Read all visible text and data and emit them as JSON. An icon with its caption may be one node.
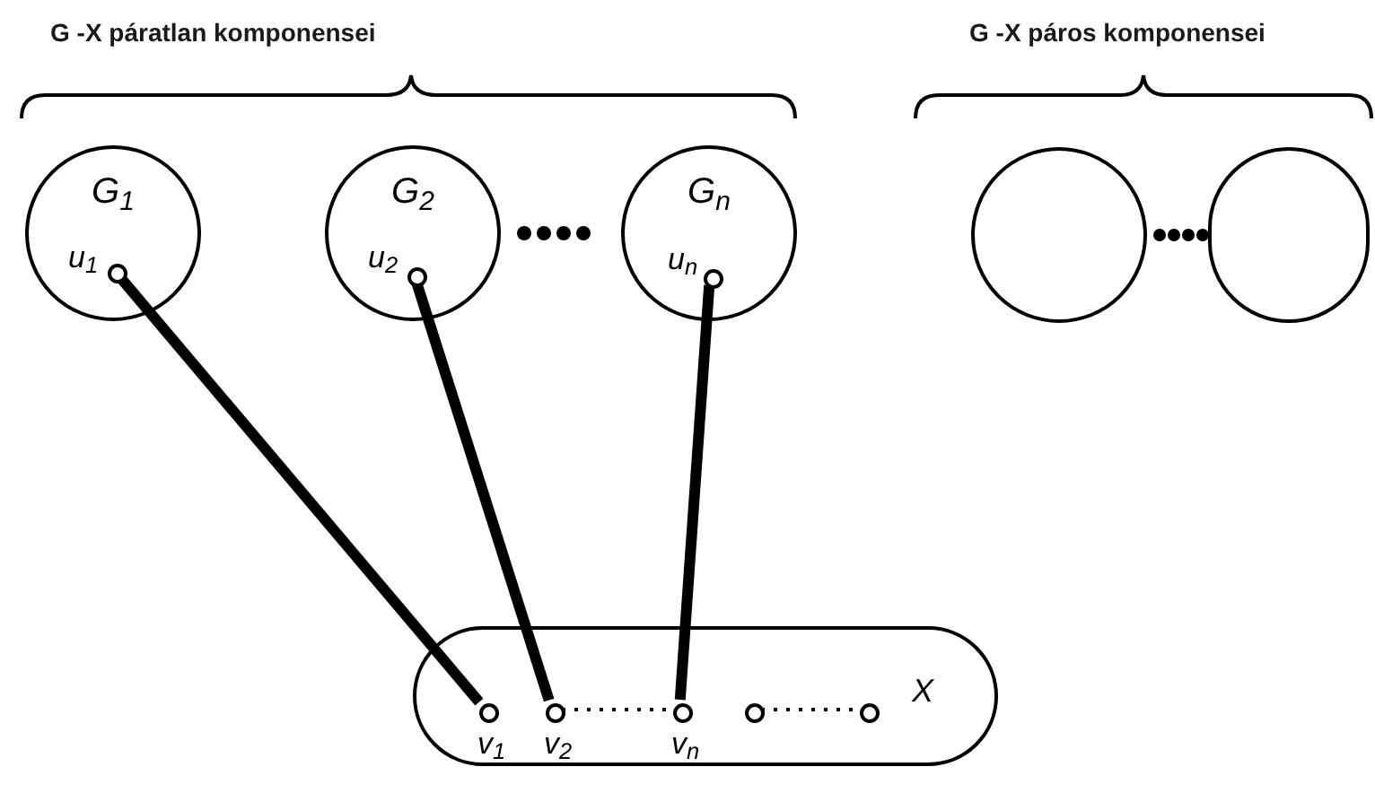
{
  "diagram": {
    "nodes": [
      {
        "text": [
          "G$_{1}$"
        ]
      },
      {
        "text": [],
        "shape": "circle",
        "in": 0,
        "beside": [
          "u$_{1}$"
        ]
      },
      {
        "text": [
          "G$_{2}$"
        ]
      },
      {
        "text": [],
        "shape": "circle",
        "in": 2,
        "beside": [
          "u$_{2}$"
        ]
      },
      {
        "text": [
          "G$_{n}$"
        ]
      },
      {
        "text": [],
        "shape": "circle",
        "in": 4,
        "beside": [
          "u$_{n}$"
        ]
      },
      {
        "text": [],
        "shape": "circle"
      },
      {
        "text": [],
        "shape": "circle"
      },
      {
        "text": [
          "X"
        ]
      },
      {
        "text": [],
        "shape": "circle",
        "in": 8,
        "beside": [
          "v$_{1}$"
        ]
      },
      {
        "text": [],
        "shape": "circle",
        "in": 8,
        "beside": [
          "v$_{2}$"
        ]
      },
      {
        "text": [],
        "shape": "circle",
        "in": 8,
        "beside": [
          "v$_{n}$"
        ]
      },
      {
        "text": [],
        "shape": "circle",
        "in": 8
      },
      {
        "text": [],
        "shape": "circle",
        "in": 8
      }
    ],
    "edges": [
      {
        "from": 1,
        "to": 9,
        "arrow": "none"
      },
      {
        "from": 3,
        "to": 10,
        "arrow": "none"
      },
      {
        "from": 5,
        "to": 11,
        "arrow": "none"
      },
      {
        "from": 10,
        "to": 11,
        "arrow": "none",
        "style": "dashed"
      },
      {
        "from": 12,
        "to": 13,
        "arrow": "none",
        "style": "dashed"
      }
    ],
    "labels": [
      "G -X páratlan komponensei",
      "G -X páros komponensei"
    ]
  }
}
